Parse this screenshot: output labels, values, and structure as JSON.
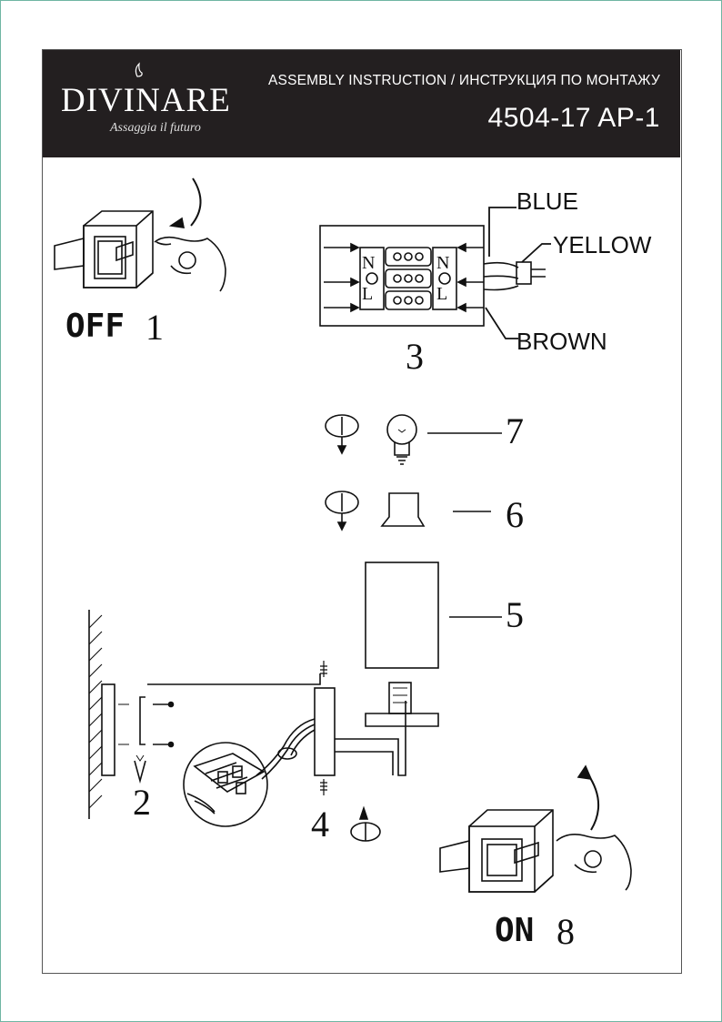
{
  "header": {
    "brand": "DIVINARE",
    "tagline": "Assaggia il futuro",
    "title": "ASSEMBLY  INSTRUCTION / ИНСТРУКЦИЯ  ПО  МОНТАЖУ",
    "model": "4504-17 AP-1"
  },
  "switch_off": {
    "label": "OFF",
    "step": "1"
  },
  "switch_on": {
    "label": "ON",
    "step": "8"
  },
  "wiring": {
    "step": "3",
    "wires": [
      "BLUE",
      "YELLOW",
      "BROWN"
    ],
    "terminal_marks": [
      "N",
      "L"
    ]
  },
  "steps": {
    "mounting_plate": "2",
    "fixing_screws": "4",
    "shade": "5",
    "ring": "6",
    "bulb": "7"
  },
  "colors": {
    "header_bg": "#231f20",
    "frame": "#6fb5a3"
  }
}
